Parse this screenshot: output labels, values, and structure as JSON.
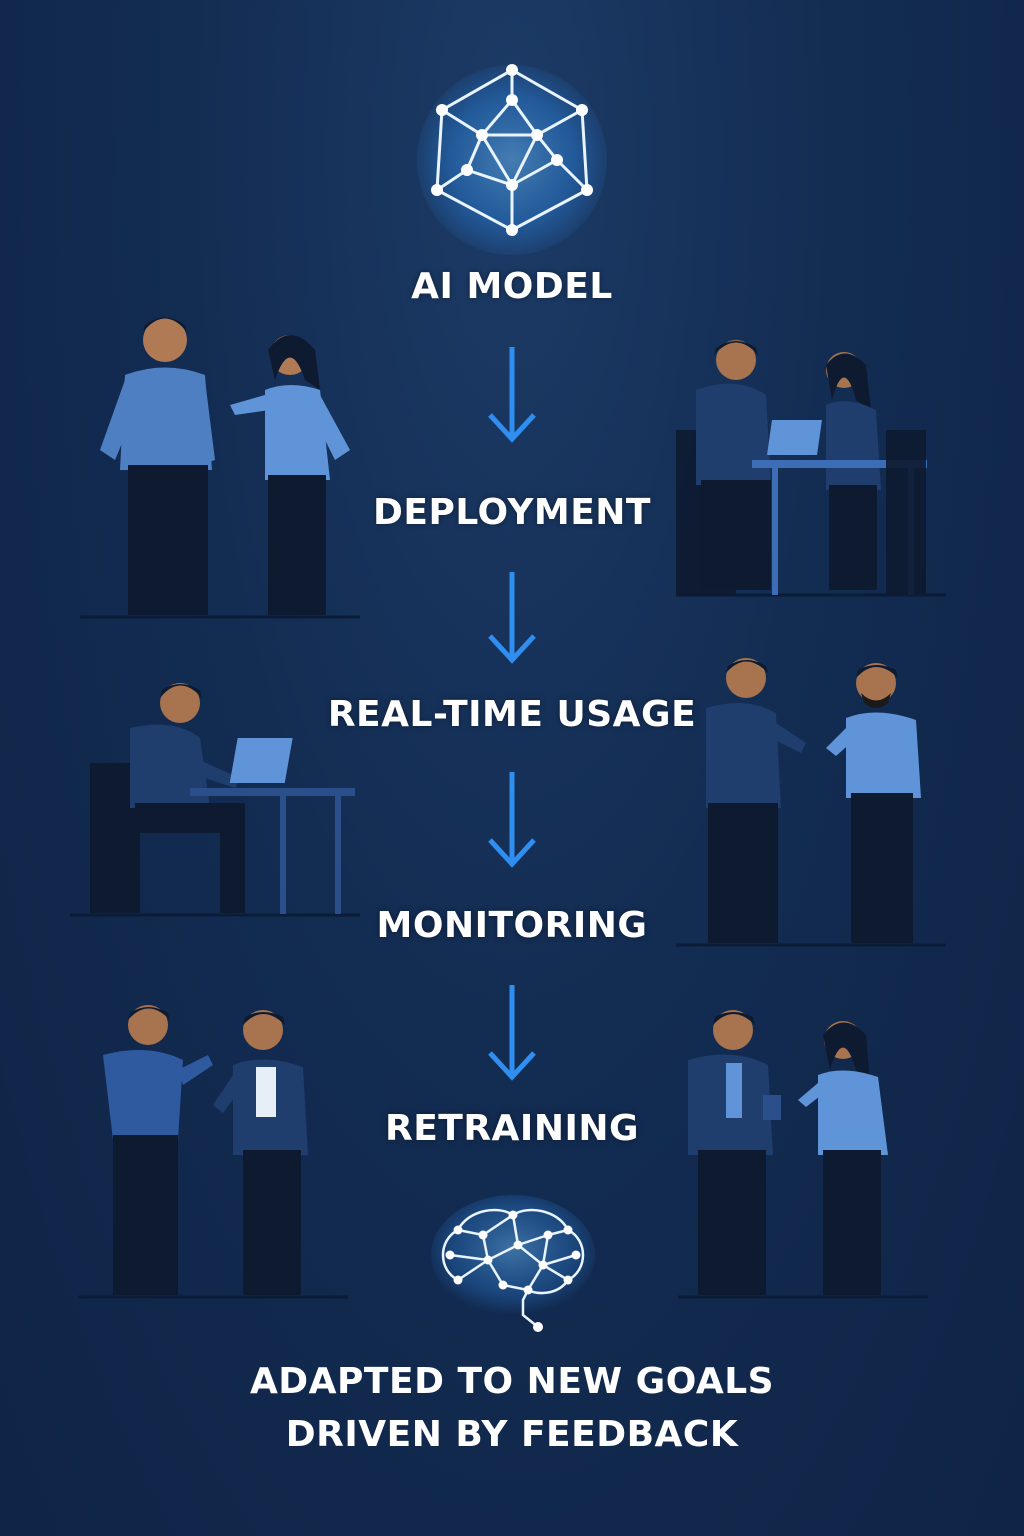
{
  "colors": {
    "background": "#132c52",
    "accent": "#2f8ef0",
    "glow": "#4aa8ff",
    "text": "#ffffff"
  },
  "icons": {
    "top": "network-polyhedron-icon",
    "bottom": "network-brain-icon",
    "connector": "arrow-down-icon"
  },
  "steps": [
    {
      "label": "AI MODEL"
    },
    {
      "label": "DEPLOYMENT"
    },
    {
      "label": "REAL-TIME USAGE"
    },
    {
      "label": "MONITORING"
    },
    {
      "label": "RETRAINING"
    }
  ],
  "footer": {
    "line1": "ADAPTED TO NEW GOALS",
    "line2": "DRIVEN BY FEEDBACK"
  }
}
